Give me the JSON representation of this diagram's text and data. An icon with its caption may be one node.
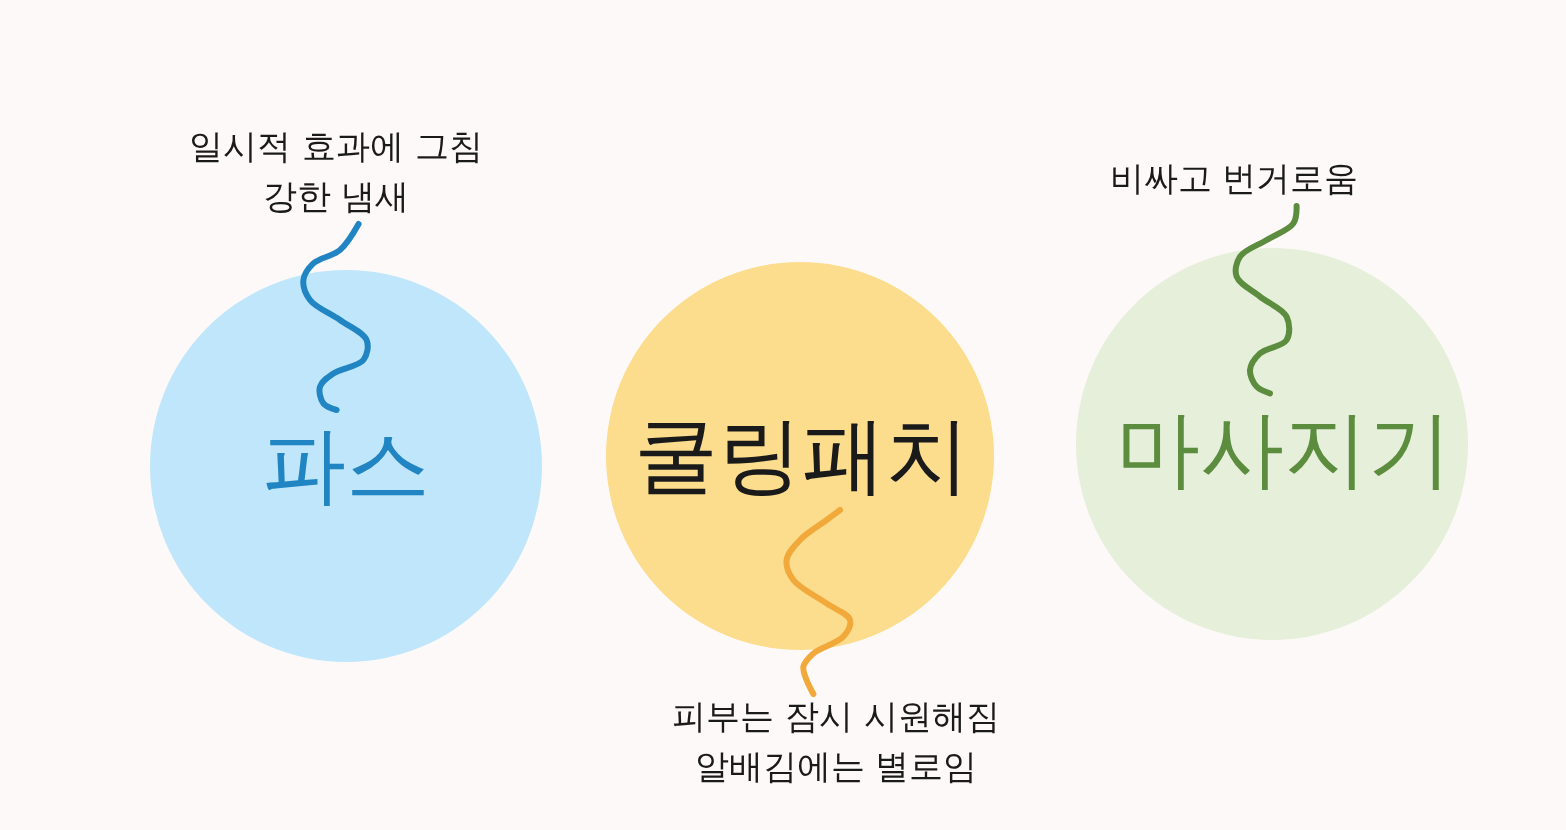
{
  "diagram": {
    "nodes": [
      {
        "text": [
          "파스"
        ]
      },
      {
        "text": [
          "일시적 효과에 그침",
          "강한 냄새"
        ]
      },
      {
        "text": [
          "쿨링패치"
        ]
      },
      {
        "text": [
          "피부는 잠시 시원해짐",
          "알배김에는 별로임"
        ]
      },
      {
        "text": [
          "마사지기"
        ]
      },
      {
        "text": [
          "비싸고 번거로움"
        ]
      }
    ],
    "edges": [
      {
        "from": 1,
        "to": 0,
        "arrow": "none",
        "color": "#2285c3"
      },
      {
        "from": 3,
        "to": 2,
        "arrow": "none",
        "color": "#f2a93b"
      },
      {
        "from": 5,
        "to": 4,
        "arrow": "none",
        "color": "#5c8d3e"
      }
    ]
  }
}
